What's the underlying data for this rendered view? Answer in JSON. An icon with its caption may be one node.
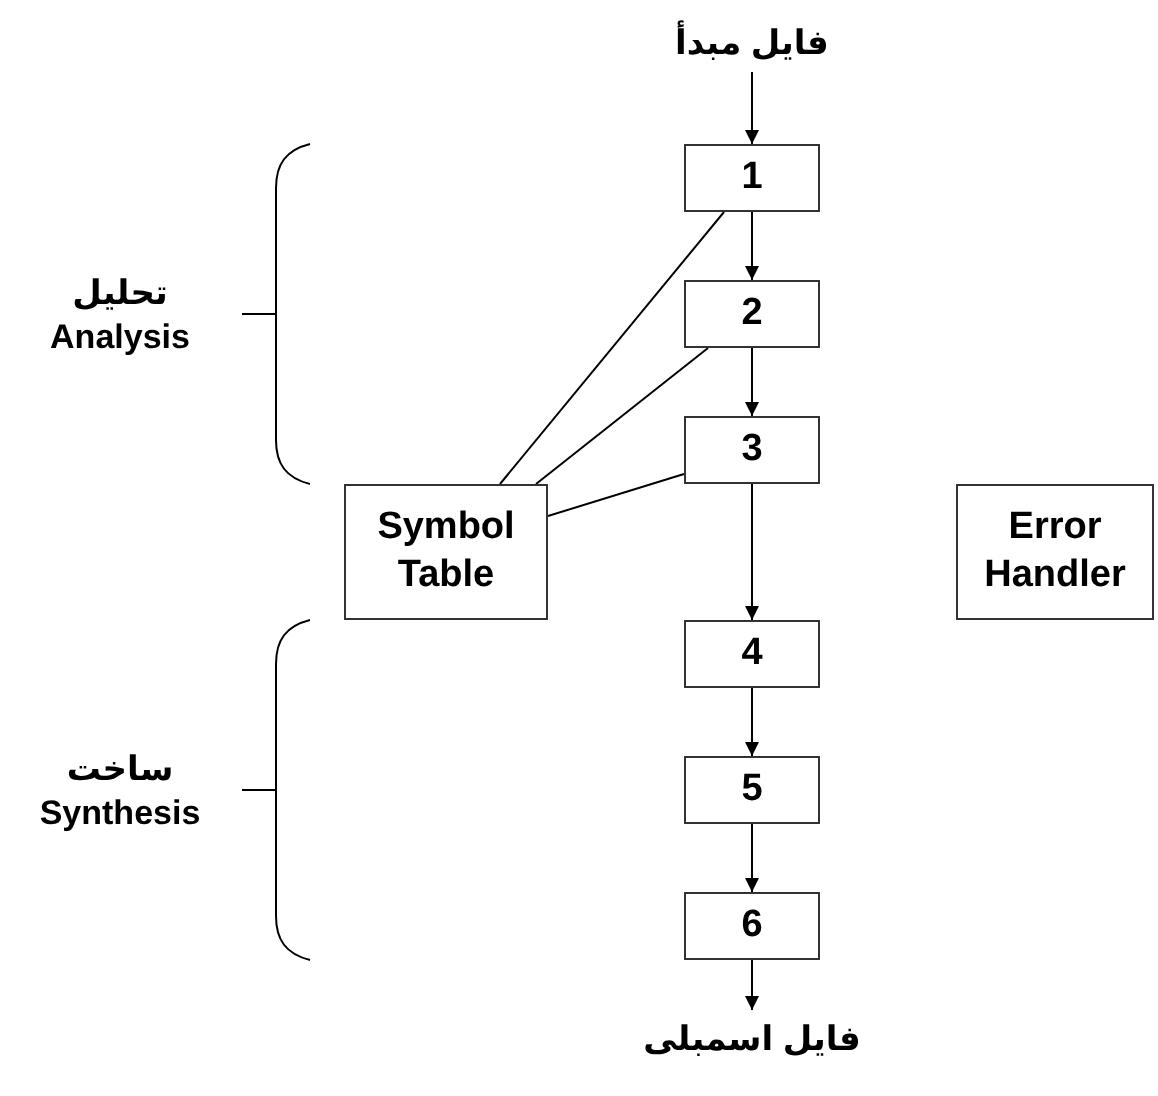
{
  "diagram": {
    "nodes": [
      {
        "text": [
          "فايل مبدأ"
        ]
      },
      {
        "text": [
          "1"
        ]
      },
      {
        "text": [
          "2"
        ]
      },
      {
        "text": [
          "3"
        ]
      },
      {
        "text": [
          "4"
        ]
      },
      {
        "text": [
          "5"
        ]
      },
      {
        "text": [
          "6"
        ]
      },
      {
        "text": [
          "Symbol Table"
        ]
      },
      {
        "text": [
          "Error Handler"
        ]
      },
      {
        "text": [
          "فايل اسمبلی"
        ]
      }
    ],
    "edges": [
      {
        "from": 0,
        "to": 1,
        "arrow": "to"
      },
      {
        "from": 1,
        "to": 2,
        "arrow": "to"
      },
      {
        "from": 2,
        "to": 3,
        "arrow": "to"
      },
      {
        "from": 3,
        "to": 4,
        "arrow": "to"
      },
      {
        "from": 4,
        "to": 5,
        "arrow": "to"
      },
      {
        "from": 5,
        "to": 6,
        "arrow": "to"
      },
      {
        "from": 6,
        "to": 9,
        "arrow": "to"
      },
      {
        "from": 1,
        "to": 7,
        "arrow": "none"
      },
      {
        "from": 2,
        "to": 7,
        "arrow": "none"
      },
      {
        "from": 3,
        "to": 7,
        "arrow": "none"
      }
    ],
    "labels": [
      "تحليل Analysis",
      "ساخت Synthesis"
    ]
  }
}
